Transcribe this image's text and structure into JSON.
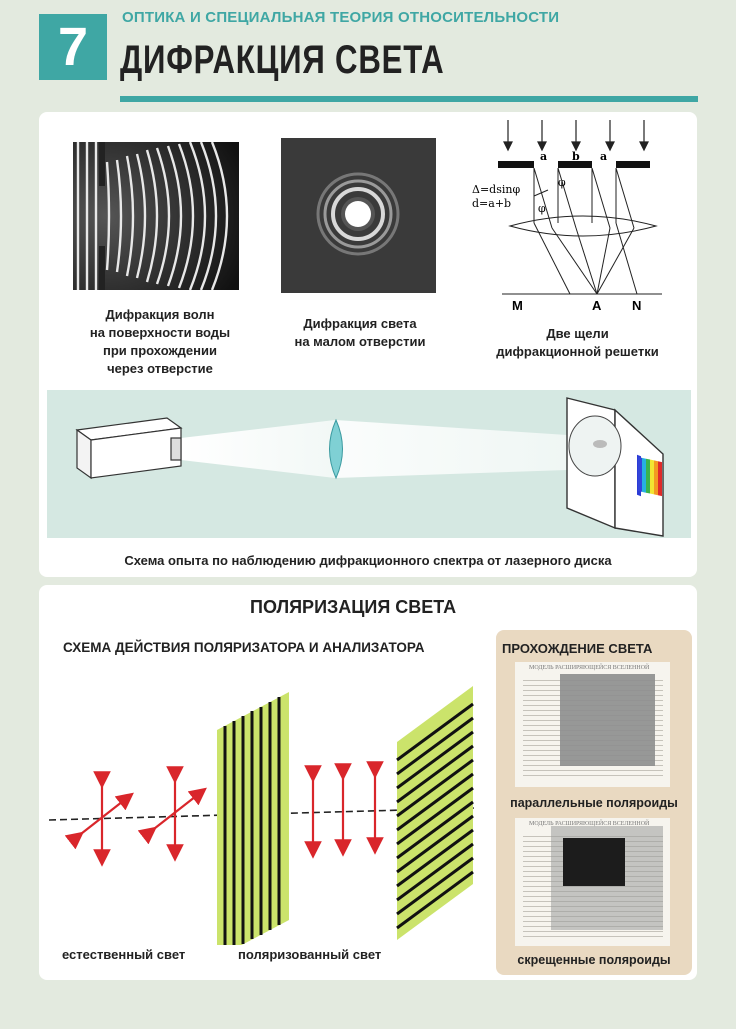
{
  "header": {
    "number": "7",
    "subtitle": "ОПТИКА И СПЕЦИАЛЬНАЯ ТЕОРИЯ ОТНОСИТЕЛЬНОСТИ",
    "title": "ДИФРАКЦИЯ СВЕТА"
  },
  "diffraction": {
    "captions": [
      "Дифракция волн\nна поверхности воды\nпри  прохождении\nчерез  отверстие",
      "Дифракция света\nна малом отверстии",
      "Две щели\nдифракционной решетки"
    ],
    "grating_labels": {
      "a1": "a",
      "b": "b",
      "a2": "a",
      "formula1": "Δ=dsinφ",
      "formula2": "d=a+b",
      "phi1": "φ",
      "phi2": "φ",
      "M": "M",
      "A": "A",
      "N": "N"
    },
    "experiment_caption": "Схема опыта по наблюдению дифракционного спектра от лазерного диска"
  },
  "polarization": {
    "title": "ПОЛЯРИЗАЦИЯ СВЕТА",
    "scheme_title": "СХЕМА ДЕЙСТВИЯ ПОЛЯРИЗАТОРА И АНАЛИЗАТОРА",
    "natural_light": "естественный свет",
    "polarized_light": "поляризованный свет",
    "side_title": "ПРОХОЖДЕНИЕ СВЕТА",
    "parallel": "параллельные поляроиды",
    "crossed": "скрещенные поляроиды",
    "doc_heading": "МОДЕЛЬ РАСШИРЯЮЩЕЙСЯ ВСЕЛЕННОЙ"
  },
  "colors": {
    "accent": "#3fa7a4",
    "arrow": "#d9262b",
    "filter": "#cbe36b",
    "side_panel": "#e9d9c1"
  }
}
